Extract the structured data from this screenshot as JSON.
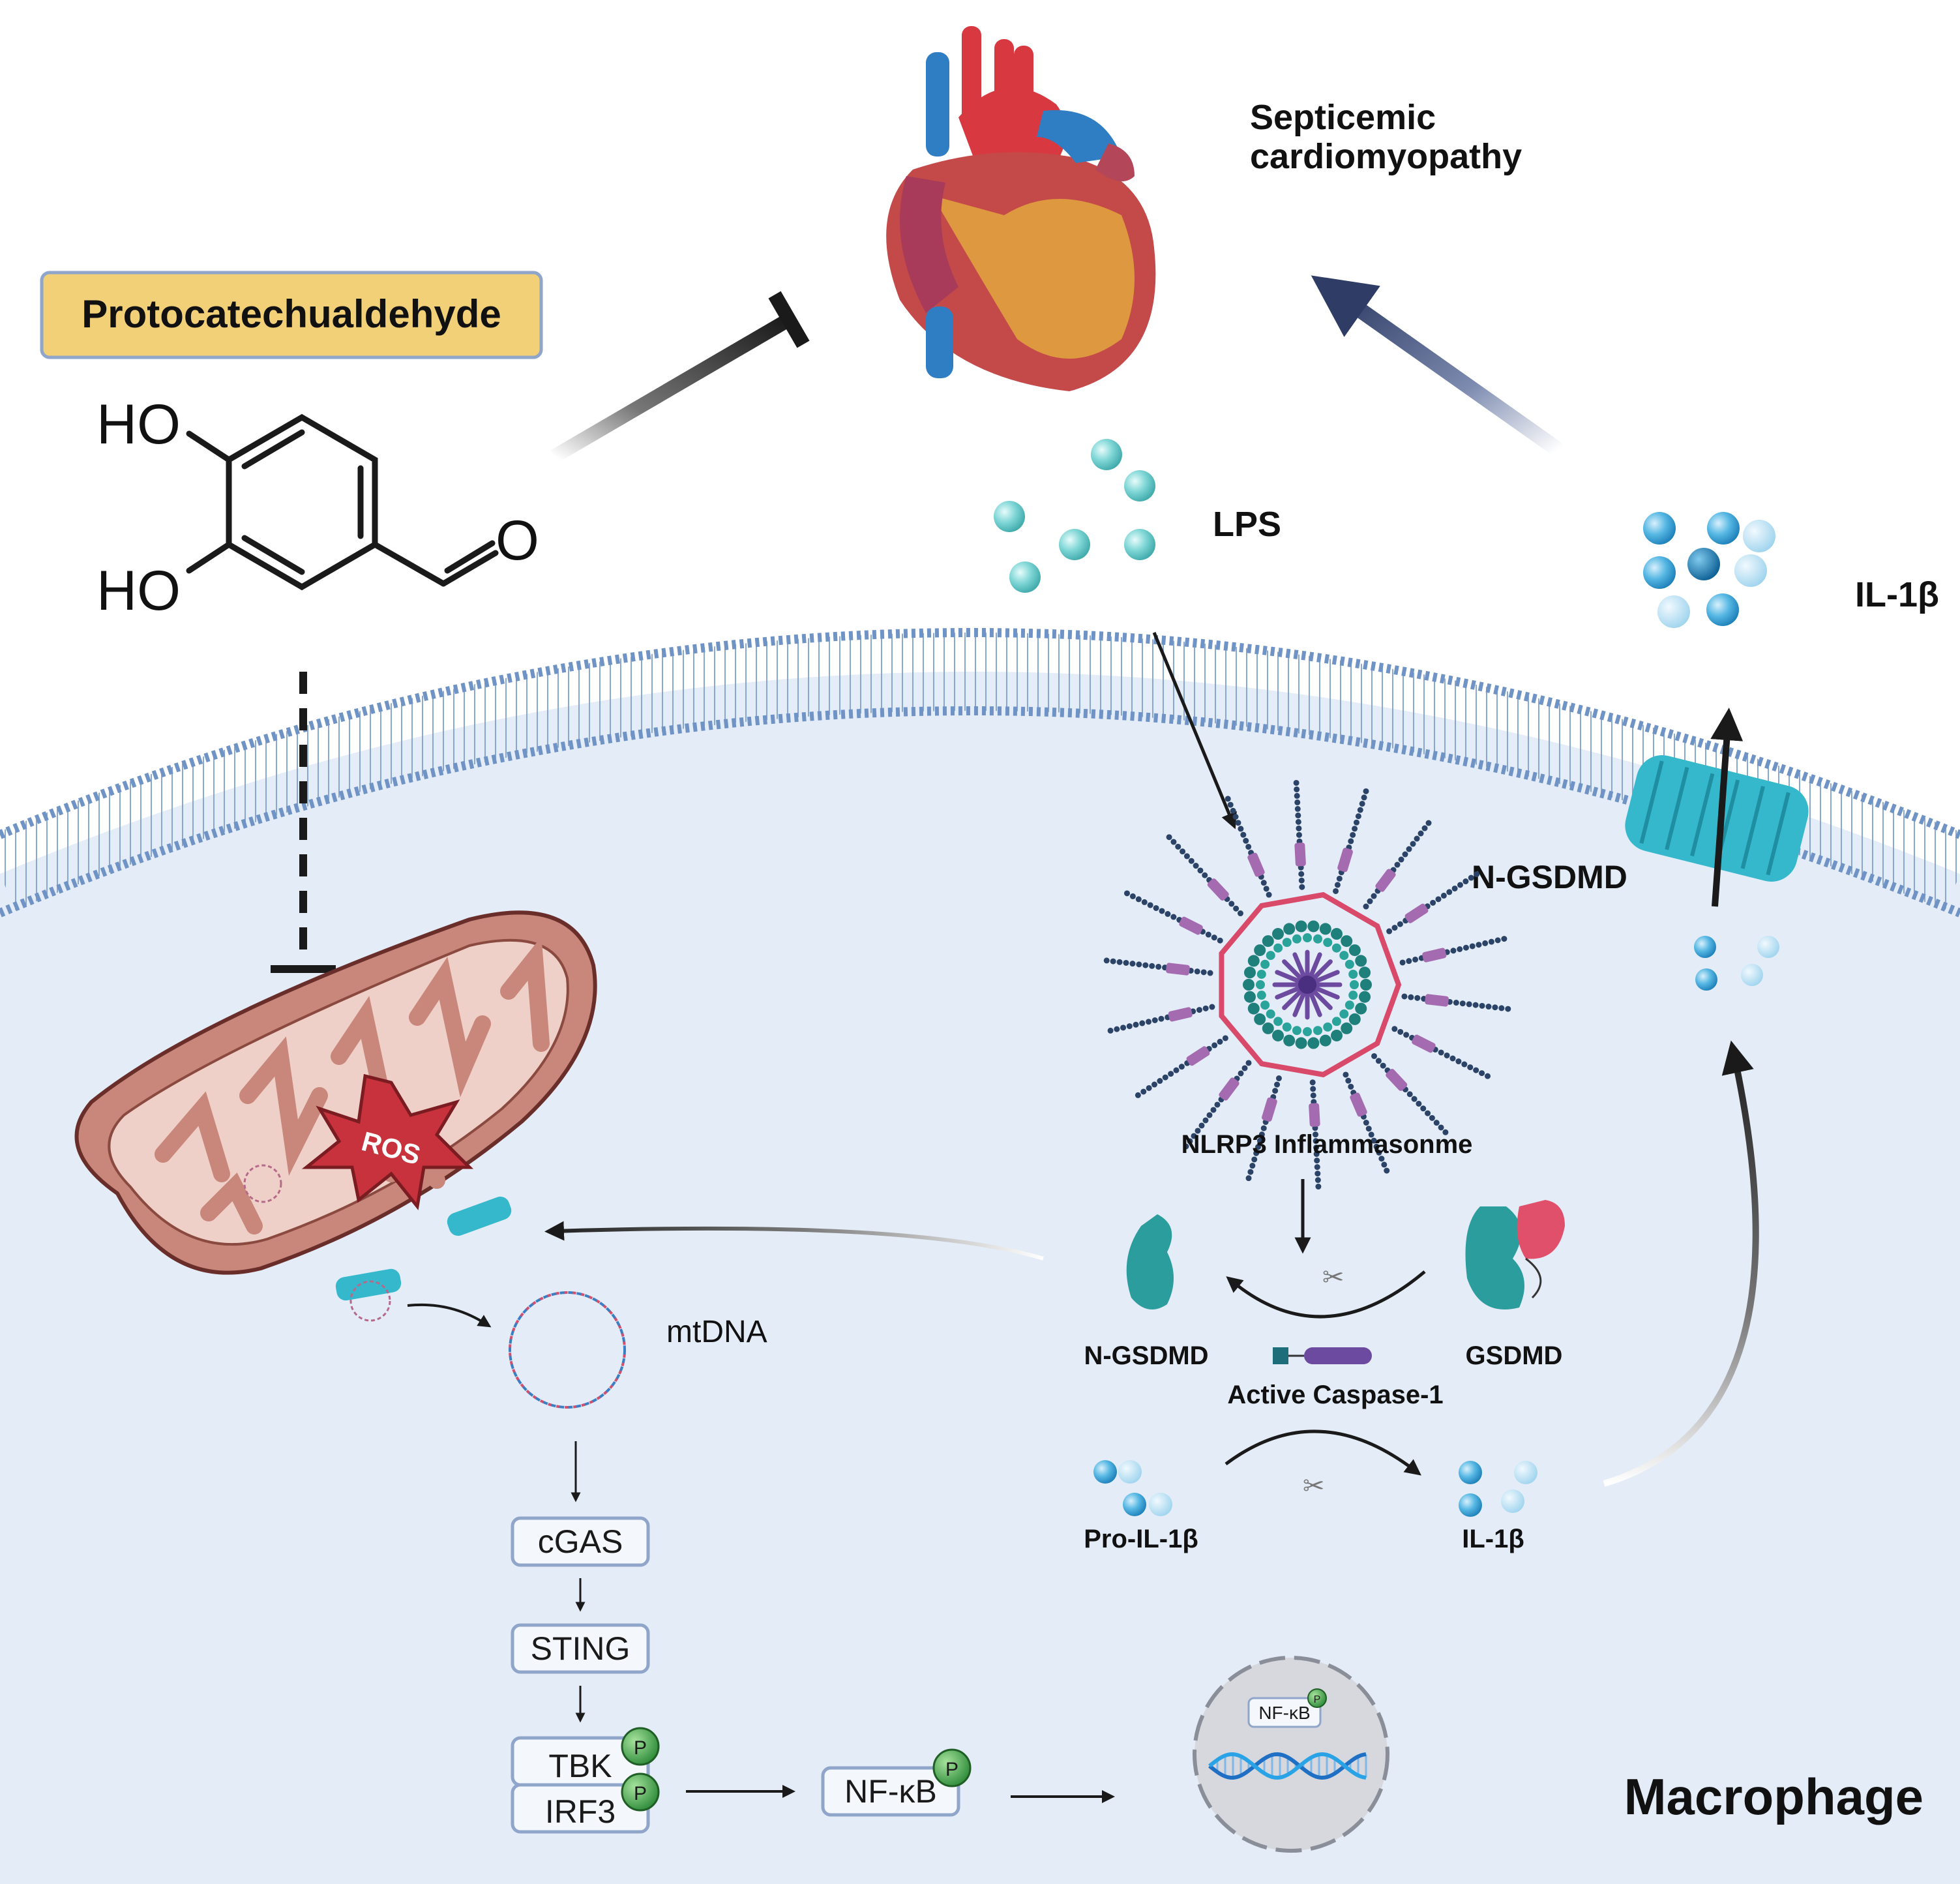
{
  "compound": {
    "name": "Protocatechualdehyde",
    "ho_top": "HO",
    "ho_bottom": "HO",
    "oxygen": "O"
  },
  "outcome": {
    "line1": "Septicemic",
    "line2": "cardiomyopathy"
  },
  "labels": {
    "lps": "LPS",
    "il1b_out": "IL-1β",
    "n_gsdmd_pore": "N-GSDMD",
    "nlrp3": "NLRP3 Inflammasonme",
    "n_gsdmd": "N-GSDMD",
    "gsdmd": "GSDMD",
    "caspase": "Active Caspase-1",
    "pro_il1b": "Pro-IL-1β",
    "il1b_in": "IL-1β",
    "ros": "ROS",
    "mtdna": "mtDNA",
    "cell": "Macrophage"
  },
  "pathway": {
    "cgas": "cGAS",
    "sting": "STING",
    "tbk": "TBK",
    "irf3": "IRF3",
    "nfkb": "NF-κB",
    "nucleus_nfkb": "NF-κB",
    "phospho": "P"
  },
  "colors": {
    "cell_interior": "#e4ecf8",
    "membrane": "#6e93c4",
    "compound_box": "#f2d078",
    "mito_outer": "#c8877a",
    "mito_inner": "#efd0c8",
    "ros": "#c8323c",
    "lps_bead": "#6ccfcf",
    "il1b_bead": "#3aa3d9",
    "phospho": "#4caf50",
    "gsdmd": "#2a9d9c",
    "gsdmd_domain": "#e0506a",
    "caspase": "#6b4aa0",
    "arrow_blue": "#2f3d66"
  }
}
